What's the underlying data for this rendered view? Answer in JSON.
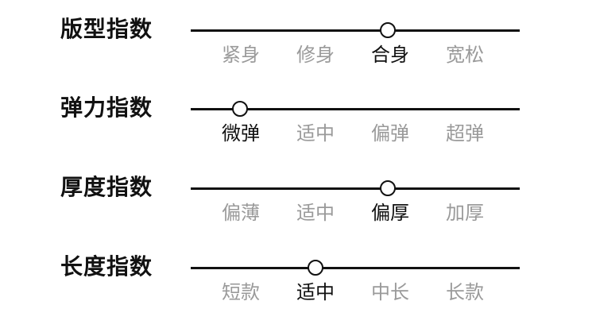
{
  "colors": {
    "text_strong": "#111111",
    "text_muted": "#9a9a9a",
    "track": "#111111",
    "background": "#ffffff"
  },
  "rows": [
    {
      "title": "版型指数",
      "options": [
        "紧身",
        "修身",
        "合身",
        "宽松"
      ],
      "selected_index": 2,
      "knob_level": 0.6
    },
    {
      "title": "弹力指数",
      "options": [
        "微弹",
        "适中",
        "偏弹",
        "超弹"
      ],
      "selected_index": 0,
      "knob_level": 0.15
    },
    {
      "title": "厚度指数",
      "options": [
        "偏薄",
        "适中",
        "偏厚",
        "加厚"
      ],
      "selected_index": 2,
      "knob_level": 0.6
    },
    {
      "title": "长度指数",
      "options": [
        "短款",
        "适中",
        "中长",
        "长款"
      ],
      "selected_index": 1,
      "knob_level": 0.38
    }
  ]
}
